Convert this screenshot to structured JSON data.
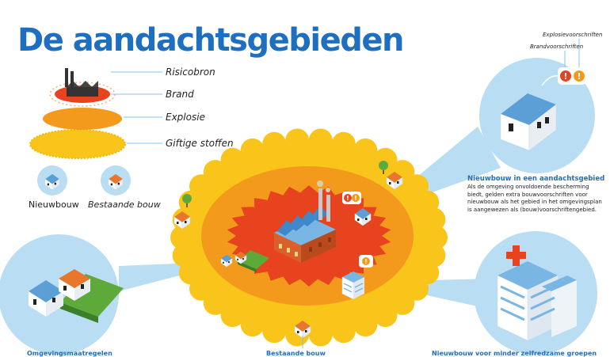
{
  "title": "De aandachtsgebieden",
  "legend": {
    "risk_source": "Risicobron",
    "fire": "Brand",
    "explosion": "Explosie",
    "toxic": "Giftige stoffen",
    "new_build": "Nieuwbouw",
    "existing_build": "Bestaande bouw"
  },
  "callout_top": {
    "explosion_rules": "Explosievoorschriften",
    "fire_rules": "Brandvoorschriften"
  },
  "info": {
    "heading": "Nieuwbouw in een aandachtsgebied",
    "body": "Als de omgeving onvoldoende bescherming biedt, gelden extra bouwvoorschriften voor nieuwbouw als het gebied in het omgevingsplan is aangewezen als (bouw)voorschriftengebied."
  },
  "bottom": {
    "left": "Omgevingsmaatregelen",
    "center": "Bestaande bouw",
    "right": "Nieuwbouw voor minder zelfredzame groepen"
  },
  "colors": {
    "blue": "#1f6fc0",
    "light_blue": "#b9ddf2",
    "yellow": "#f9c51b",
    "orange": "#f39a1c",
    "red": "#e8431f",
    "green": "#5daa3a",
    "house_blue": "#5b9fd6",
    "house_orange": "#e7772c"
  }
}
